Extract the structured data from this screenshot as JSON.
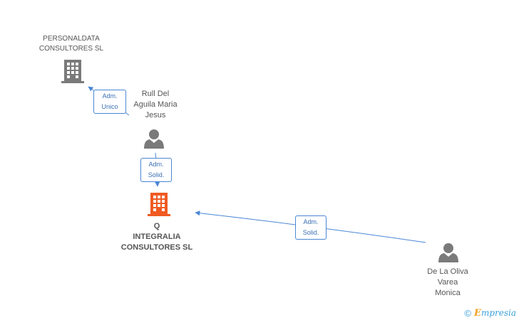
{
  "nodes": {
    "personaldata": {
      "label": "PERSONALDATA\nCONSULTORES SL",
      "kind": "company"
    },
    "integralia": {
      "label": "Q\nINTEGRALIA\nCONSULTORES SL",
      "kind": "company-main",
      "color": "#f05a22"
    },
    "rull": {
      "label": "Rull Del\nAguila Maria\nJesus",
      "kind": "person"
    },
    "delaoliva": {
      "label": "De La Oliva\nVarea\nMonica",
      "kind": "person"
    }
  },
  "edges": {
    "rull_to_personaldata": {
      "label": "Adm.\nUnico"
    },
    "rull_to_integralia": {
      "label": "Adm.\nSolid."
    },
    "delaoliva_to_integralia": {
      "label": "Adm.\nSolid."
    }
  },
  "colors": {
    "edge": "#4a86d4",
    "icon_gray": "#7a7a7a",
    "icon_main": "#f05a22"
  },
  "footer": {
    "copyright": "©",
    "brand_initial": "E",
    "brand_rest": "mpresia"
  }
}
